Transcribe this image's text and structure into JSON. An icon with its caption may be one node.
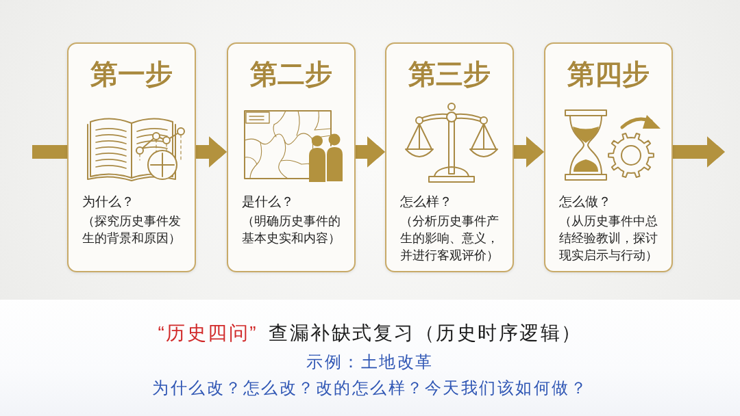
{
  "diagram": {
    "nodes": [
      {
        "text": [
          "第一步",
          "为什么？",
          "（探究历史事件发生的背景和原因）"
        ]
      },
      {
        "text": [
          "第二步",
          "是什么？",
          "（明确历史事件的基本史实和内容）"
        ]
      },
      {
        "text": [
          "第三步",
          "怎么样？",
          "（分析历史事件产生的影响、意义，并进行客观评价）"
        ]
      },
      {
        "text": [
          "第四步",
          "怎么做？",
          "（从历史事件中总结经验教训，探讨现实启示与行动）"
        ]
      }
    ],
    "edges": [
      {
        "from": null,
        "to": 0,
        "arrow": "none"
      },
      {
        "from": 0,
        "to": 1,
        "arrow": "to"
      },
      {
        "from": 1,
        "to": 2,
        "arrow": "to"
      },
      {
        "from": 2,
        "to": 3,
        "arrow": "to"
      },
      {
        "from": 3,
        "to": null,
        "arrow": "to"
      }
    ],
    "labels": [
      "“历史四问”",
      "查漏补缺式复习（历史时序逻辑）",
      "示例：土地改革",
      "为什么改？怎么改？改的怎么样？今天我们该如何做？"
    ]
  }
}
